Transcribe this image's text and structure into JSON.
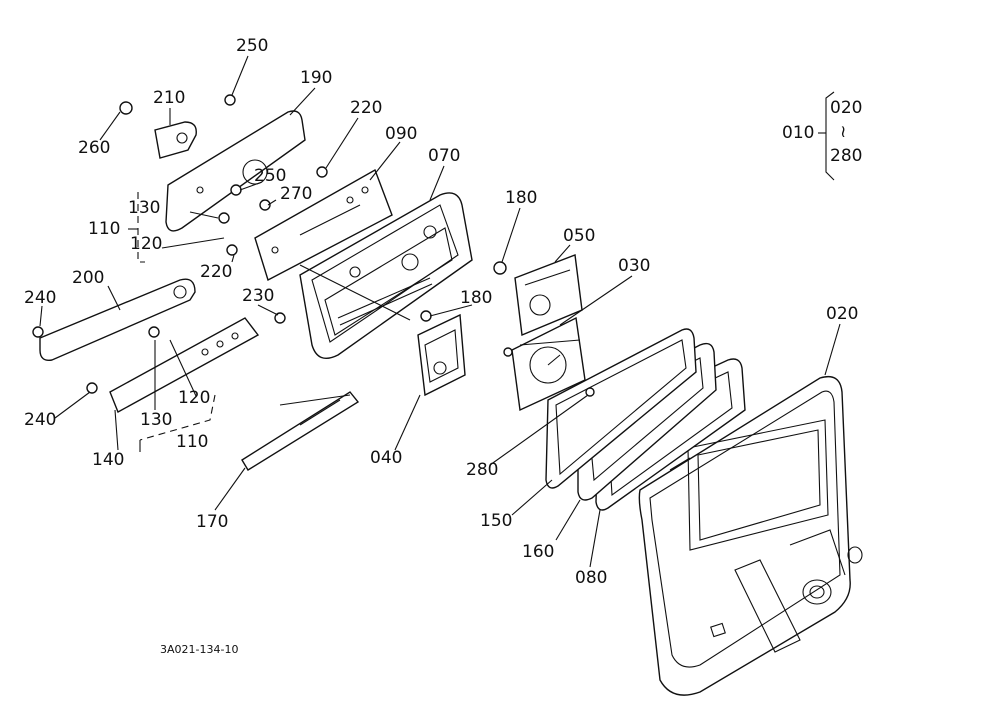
{
  "drawing_code": "3A021-134-10",
  "callouts": {
    "p250a": "250",
    "p190": "190",
    "p210": "210",
    "p260": "260",
    "p220a": "220",
    "p090": "090",
    "p070": "070",
    "p250b": "250",
    "p270": "270",
    "p130a": "130",
    "p110a": "110",
    "p120a": "120",
    "p220b": "220",
    "p180a": "180",
    "p050": "050",
    "p030": "030",
    "p200": "200",
    "p240a": "240",
    "p230": "230",
    "p180b": "180",
    "p020b": "020",
    "p120b": "120",
    "p240b": "240",
    "p130b": "130",
    "p110b": "110",
    "p140": "140",
    "p040": "040",
    "p280b": "280",
    "p170": "170",
    "p150": "150",
    "p160": "160",
    "p080": "080"
  },
  "assembly": {
    "parent": "010",
    "range_start": "020",
    "range_sep": "≀",
    "range_end": "280"
  }
}
